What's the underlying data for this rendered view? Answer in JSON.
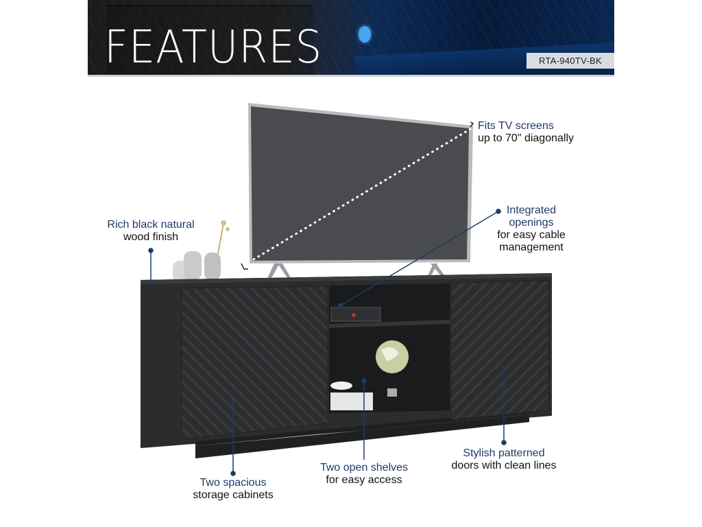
{
  "header": {
    "title": "FEATURES",
    "sku": "RTA-940TV-BK"
  },
  "colors": {
    "accent_text": "#1f3a68",
    "leader_line": "#1f3a68",
    "furniture": "#2b2c2e",
    "led": "#4aa3f0"
  },
  "callouts": {
    "tv": {
      "line1": "Fits TV screens",
      "line2": "up to 70\" diagonally"
    },
    "cable": {
      "line1": "Integrated",
      "line2": "openings",
      "line3": "for easy cable",
      "line4": "management"
    },
    "finish": {
      "line1": "Rich black natural",
      "line2": "wood finish"
    },
    "cabinets": {
      "line1": "Two spacious",
      "line2": "storage cabinets"
    },
    "shelves": {
      "line1": "Two open shelves",
      "line2": "for easy access"
    },
    "doors": {
      "line1": "Stylish patterned",
      "line2": "doors with clean lines"
    }
  }
}
